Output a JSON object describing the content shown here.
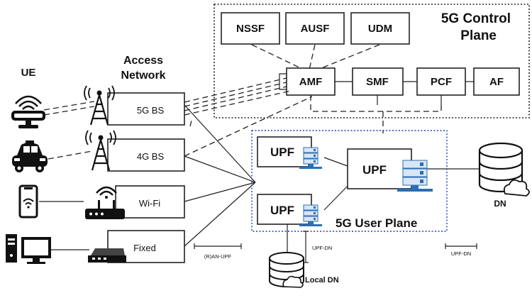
{
  "labels": {
    "ue": "UE",
    "access_network_line1": "Access",
    "access_network_line2": "Network",
    "control_plane_line1": "5G Control",
    "control_plane_line2": "Plane",
    "user_plane": "5G User Plane",
    "dn": "DN",
    "local_dn": "Local DN"
  },
  "control_nfs": {
    "nssf": "NSSF",
    "ausf": "AUSF",
    "udm": "UDM",
    "amf": "AMF",
    "smf": "SMF",
    "pcf": "PCF",
    "af": "AF"
  },
  "access_nodes": {
    "bs5g": "5G BS",
    "bs4g": "4G BS",
    "wifi": "Wi-Fi",
    "fixed": "Fixed"
  },
  "upf": {
    "upf1": "UPF",
    "upf2": "UPF",
    "upf3": "UPF"
  },
  "interfaces": {
    "ran_upf": "(R)AN-UPF",
    "upf_dn_1": "UPF-DN",
    "upf_dn_2": "UPF-DN"
  },
  "icons": {
    "router": "router-icon",
    "car": "car-icon",
    "phone": "smartphone-icon",
    "desktop": "desktop-computer-icon",
    "tower": "cell-tower-icon",
    "wifi_router": "wifi-router-icon",
    "modem": "fixed-modem-icon",
    "server": "server-icon",
    "database": "database-icon",
    "cloud": "cloud-icon"
  },
  "colors": {
    "user_plane_border": "#1f3fb8",
    "server_blue": "#2a6fb5"
  }
}
